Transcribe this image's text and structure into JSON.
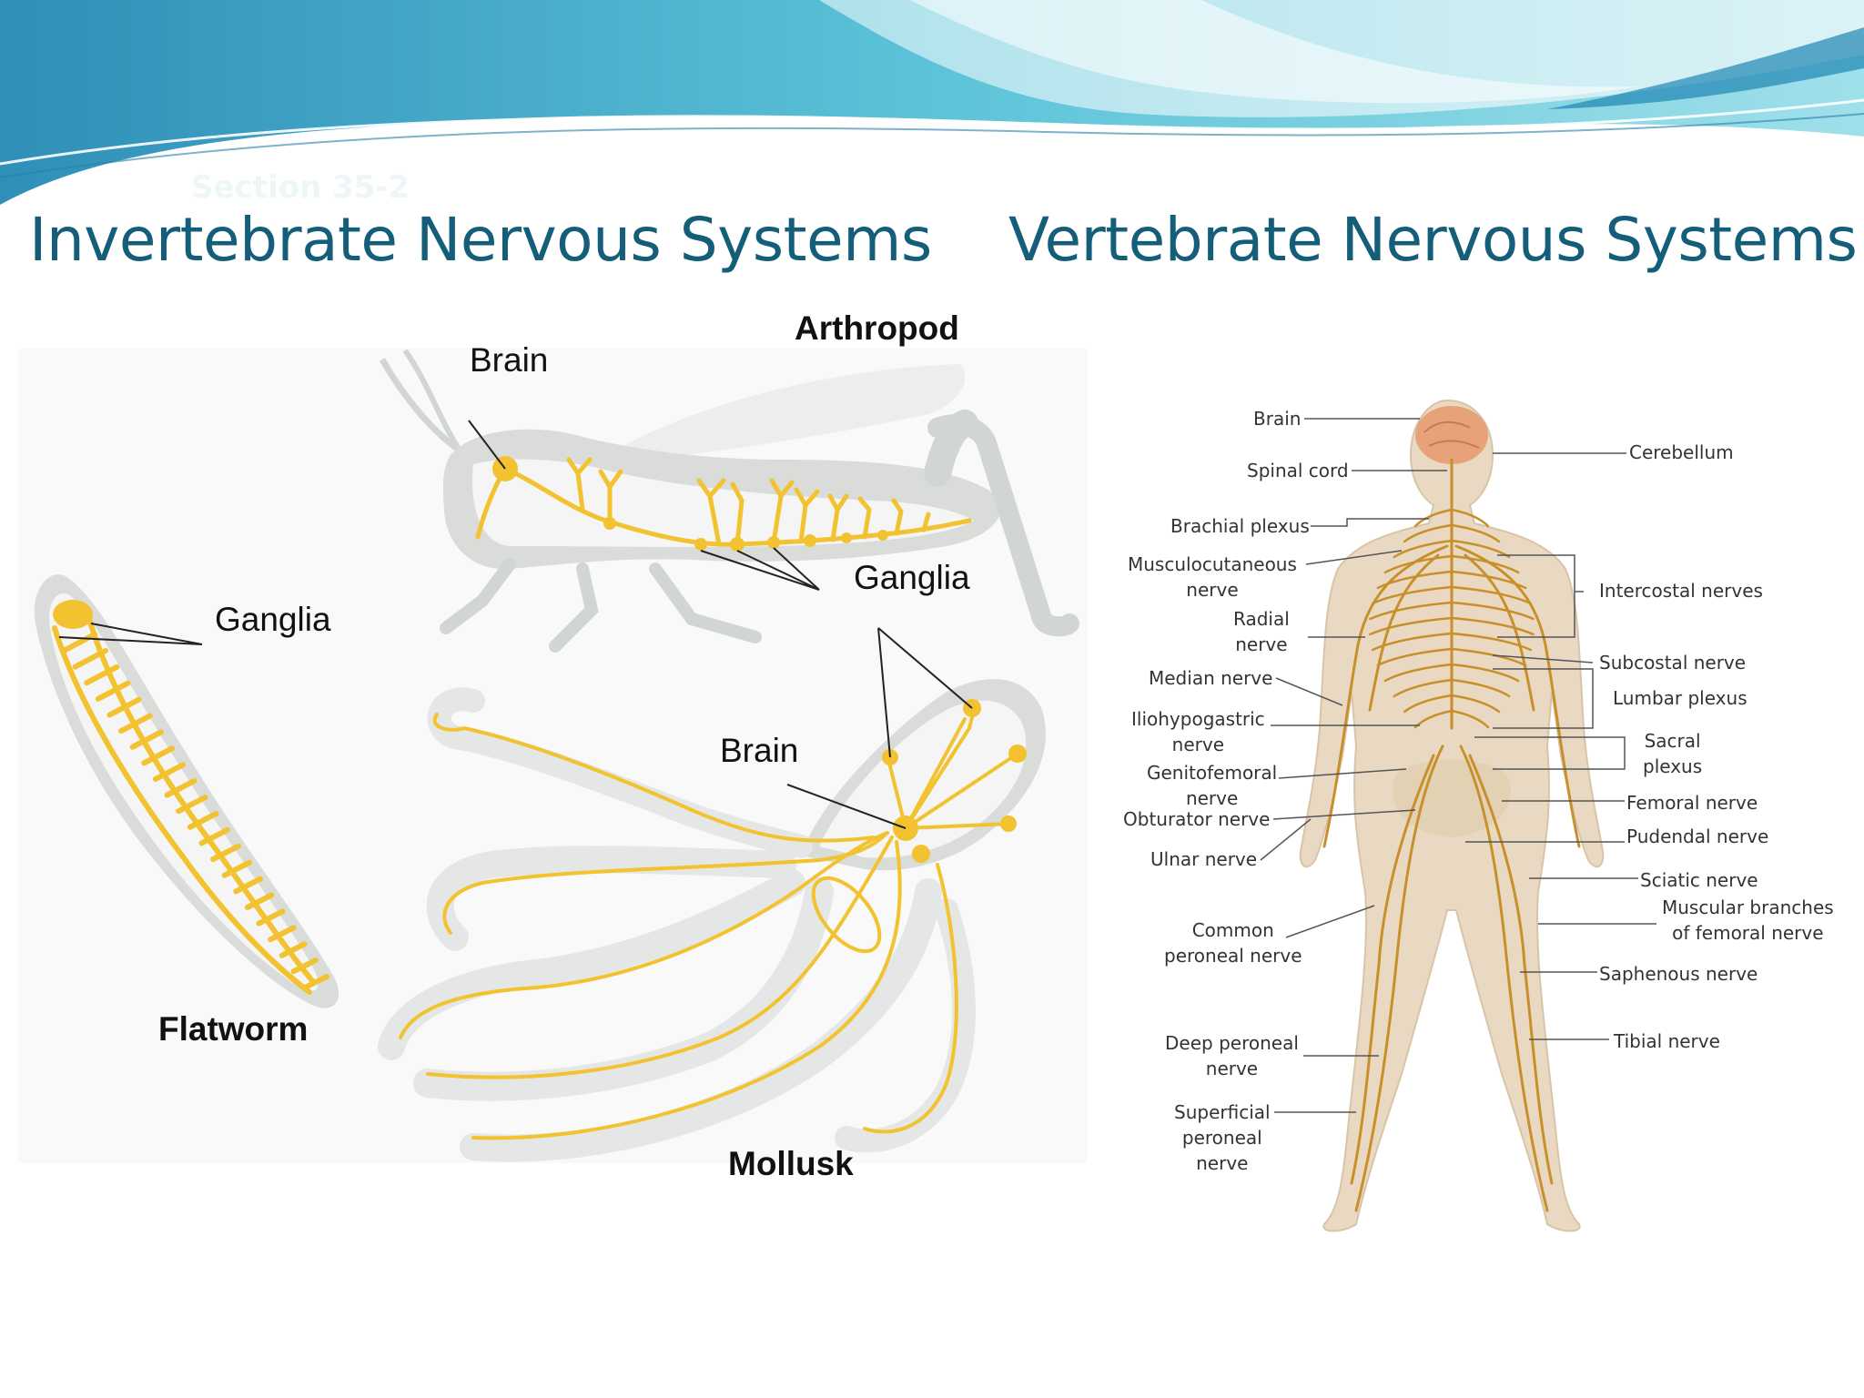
{
  "slide": {
    "section_label": "Section 35-2",
    "title_left": "Invertebrate Nervous Systems",
    "title_right": "Vertebrate Nervous Systems"
  },
  "invertebrates": {
    "arthropod": {
      "name": "Arthropod",
      "brain": "Brain",
      "ganglia": "Ganglia"
    },
    "flatworm": {
      "name": "Flatworm",
      "ganglia": "Ganglia"
    },
    "mollusk": {
      "name": "Mollusk",
      "brain": "Brain"
    }
  },
  "vertebrate": {
    "left_labels": {
      "brain": "Brain",
      "spinal_cord": "Spinal cord",
      "brachial_plexus": "Brachial plexus",
      "musculocutaneous": "Musculocutaneous\nnerve",
      "radial": "Radial\nnerve",
      "median": "Median nerve",
      "iliohypogastric": "Iliohypogastric\nnerve",
      "genitofemoral": "Genitofemoral\nnerve",
      "obturator": "Obturator nerve",
      "ulnar": "Ulnar nerve",
      "common_peroneal": "Common\nperoneal nerve",
      "deep_peroneal": "Deep peroneal\nnerve",
      "superficial_peroneal": "Superficial\nperoneal\nnerve"
    },
    "right_labels": {
      "cerebellum": "Cerebellum",
      "intercostal": "Intercostal nerves",
      "subcostal": "Subcostal nerve",
      "lumbar": "Lumbar plexus",
      "sacral": "Sacral\nplexus",
      "femoral": "Femoral nerve",
      "pudendal": "Pudendal nerve",
      "sciatic": "Sciatic nerve",
      "muscular_branches": "Muscular branches\nof femoral nerve",
      "saphenous": "Saphenous nerve",
      "tibial": "Tibial nerve"
    }
  },
  "colors": {
    "title": "#145e79",
    "nerve": "#f2c230",
    "vertebrate_nerve": "#c8902a",
    "body_silhouette": "#d9dcd9",
    "human_body": "#ead9c2",
    "wave_top": "#4fb8d0"
  }
}
